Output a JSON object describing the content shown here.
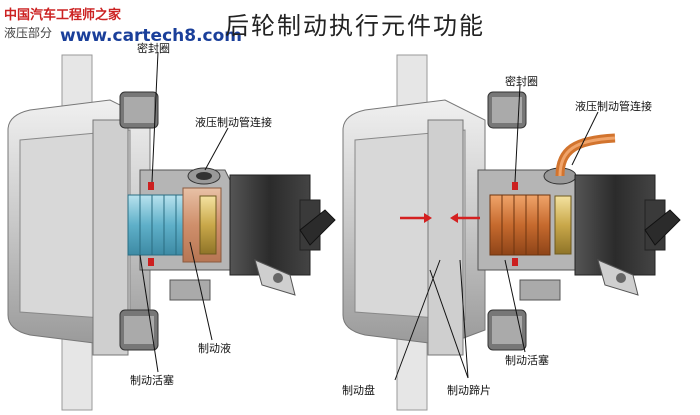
{
  "watermark": {
    "line1": "中国汽车工程师之家",
    "line2": "液压部分",
    "url": "www.cartech8.com"
  },
  "title": "后轮制动执行元件功能",
  "left": {
    "seal": "密封圈",
    "hydraulic_line": "液压制动管连接",
    "fluid": "制动液",
    "piston": "制动活塞"
  },
  "right": {
    "seal": "密封圈",
    "hydraulic_line": "液压制动管连接",
    "piston": "制动活塞",
    "disc": "制动盘",
    "pad": "制动蹄片"
  },
  "colors": {
    "fluid": "#d9a98a",
    "piston": "#7fc4d8",
    "hose": "#d2742e",
    "arrow": "#d42020"
  }
}
